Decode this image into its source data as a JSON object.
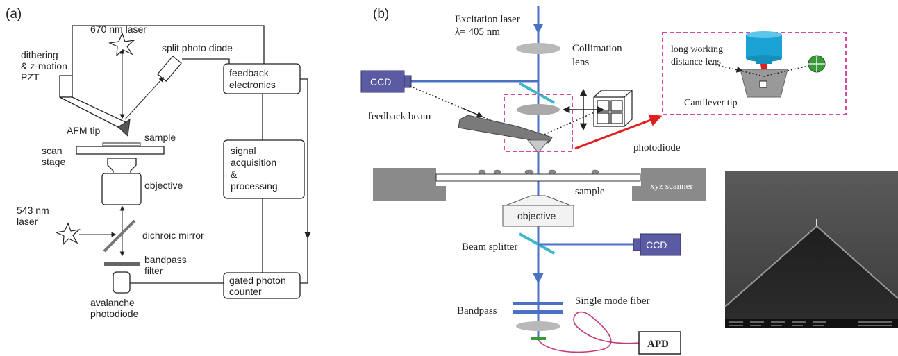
{
  "panel_a": {
    "label": "(a)",
    "laser_670": "670 nm laser",
    "split_photo_diode": "split photo diode",
    "pzt": [
      "dithering",
      "& z-motion",
      "PZT"
    ],
    "feedback_electronics": [
      "feedback",
      "electronics"
    ],
    "afm_tip": "AFM tip",
    "sample": "sample",
    "scan_stage": [
      "scan",
      "stage"
    ],
    "objective": "objective",
    "signal_acq": [
      "signal",
      "acquisition",
      "&",
      "processing"
    ],
    "laser_543": [
      "543 nm",
      "laser"
    ],
    "dichroic_mirror": "dichroic mirror",
    "bandpass_filter": [
      "bandpass",
      "filter"
    ],
    "avalanche_photodiode": [
      "avalanche",
      "photodiode"
    ],
    "gated_photon_counter": [
      "gated photon",
      "counter"
    ]
  },
  "panel_b": {
    "label": "(b)",
    "excitation_laser": "Excitation laser",
    "lambda": "λ= 405 nm",
    "collimation_lens": [
      "Collimation",
      "lens"
    ],
    "ccd_top": "CCD",
    "feedback_beam": "feedback beam",
    "photodiode": "photodiode",
    "sample": "sample",
    "xyz_scanner": "xyz scanner",
    "objective": "objective",
    "beam_splitter": "Beam splitter",
    "ccd_bottom": "CCD",
    "bandpass": "Bandpass",
    "single_mode_fiber": "Single mode fiber",
    "apd": "APD",
    "inset_long_working": [
      "long working",
      "distance lens"
    ],
    "inset_cantilever": "Cantilever tip"
  },
  "colors": {
    "laser_blue": "#4a72c4",
    "ccd_purple": "#5b5ba3",
    "inset_magenta": "#d24aa5",
    "red_arrow": "#e02020",
    "fiber_pink": "#c0397a",
    "beam_splitter_cyan": "#3fb7c8",
    "lens_gray": "#b9b9b9",
    "scanner_gray": "#8a8a8a",
    "objective_blue": "#1aa3d4",
    "detector_green": "#3a9a3a"
  }
}
